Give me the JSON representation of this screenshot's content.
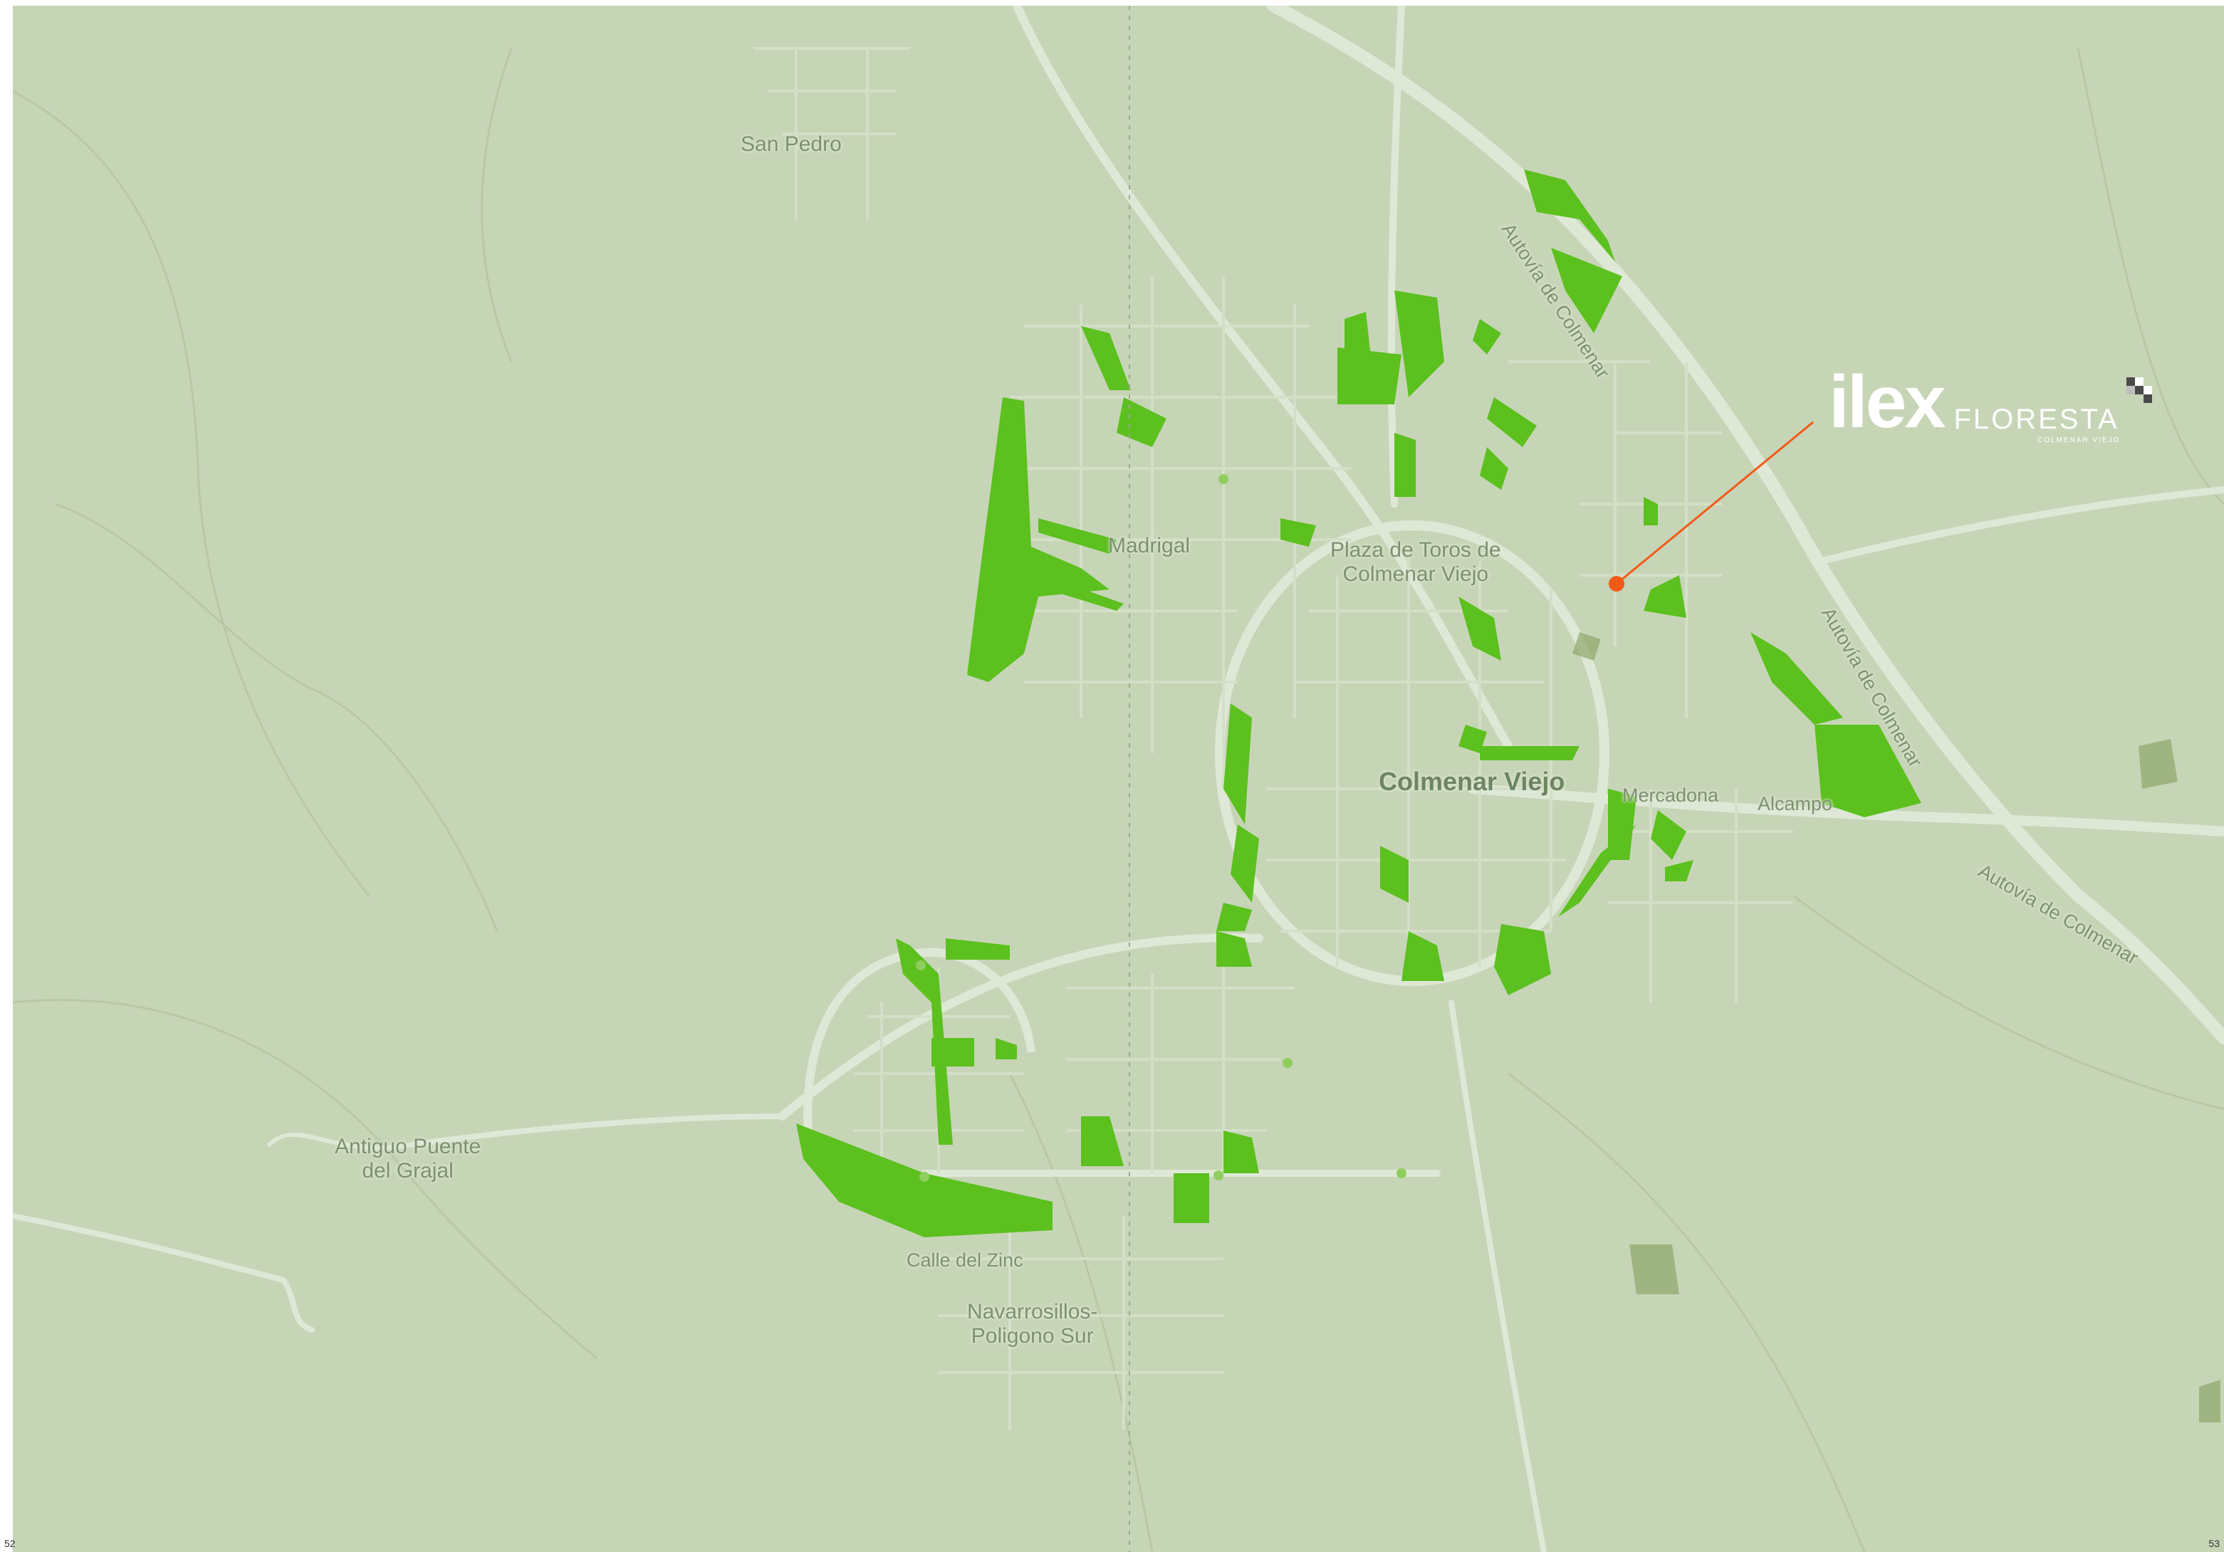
{
  "map": {
    "labels": {
      "san_pedro": "San Pedro",
      "madrigal": "Madrigal",
      "plaza_line1": "Plaza de Toros de",
      "plaza_line2": "Colmenar Viejo",
      "town": "Colmenar Viejo",
      "mercadona": "Mercadona",
      "alcampo": "Alcampo",
      "antiguo_line1": "Antiguo Puente",
      "antiguo_line2": "del Grajal",
      "calle_zinc": "Calle del Zinc",
      "navarrosillos_line1": "Navarrosillos-",
      "navarrosillos_line2": "Poligono Sur",
      "autovia_1": "Autovía de Colmenar",
      "autovia_2": "Autovía de Colmenar",
      "autovia_3": "Autovía de Colmenar"
    },
    "brand": {
      "name": "ilex",
      "name_suffix": "FLORESTA",
      "subtitle": "COLMENAR VIEJO"
    },
    "colors": {
      "background": "#c7d5b7",
      "road": "#dfe8d6",
      "park": "#5cc01e",
      "marker": "#f25a19",
      "brand": "#ffffff"
    },
    "icons": [
      "location-marker-icon",
      "brand-logo-mark-icon"
    ]
  },
  "pages": {
    "left": "52",
    "right": "53"
  }
}
